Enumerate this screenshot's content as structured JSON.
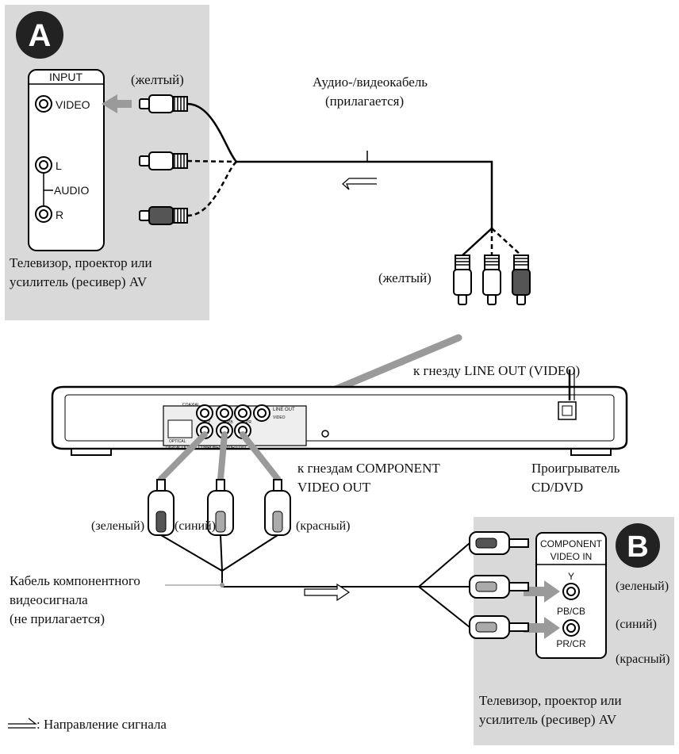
{
  "panel_a": {
    "badge": "A",
    "input_box": {
      "title": "INPUT",
      "video": "VIDEO",
      "l": "L",
      "audio": "AUDIO",
      "r": "R"
    },
    "plug_color_label": "(желтый)",
    "device_label_line1": "Телевизор, проектор или",
    "device_label_line2": "усилитель (ресивер) AV"
  },
  "av_cable": {
    "label_line1": "Аудио-/видеокабель",
    "label_line2": "(прилагается)",
    "plug_color_label": "(желтый)"
  },
  "player": {
    "line_out_label": "к гнезду LINE OUT (VIDEO)",
    "component_out_line1": "к гнездам COMPONENT",
    "component_out_line2": "VIDEO OUT",
    "name_line1": "Проигрыватель",
    "name_line2": "CD/DVD",
    "panel_texts": [
      "COAXIAL",
      "OPTICAL",
      "DIGITAL OUT",
      "COMPONENT VIDEO OUT",
      "LINE OUT",
      "VIDEO",
      "Y",
      "PB",
      "PR"
    ]
  },
  "component_cable": {
    "green": "(зеленый)",
    "blue": "(синий)",
    "red": "(красный)",
    "label_line1": "Кабель компонентного",
    "label_line2": "видеосигнала",
    "label_line3": "(не прилагается)"
  },
  "panel_b": {
    "badge": "B",
    "input_title_line1": "COMPONENT",
    "input_title_line2": "VIDEO IN",
    "jack_y": "Y",
    "jack_pb": "PB/CB",
    "jack_pr": "PR/CR",
    "green": "(зеленый)",
    "blue": "(синий)",
    "red": "(красный)",
    "device_label_line1": "Телевизор, проектор или",
    "device_label_line2": "усилитель (ресивер) AV"
  },
  "legend": {
    "text": ": Направление сигнала"
  }
}
